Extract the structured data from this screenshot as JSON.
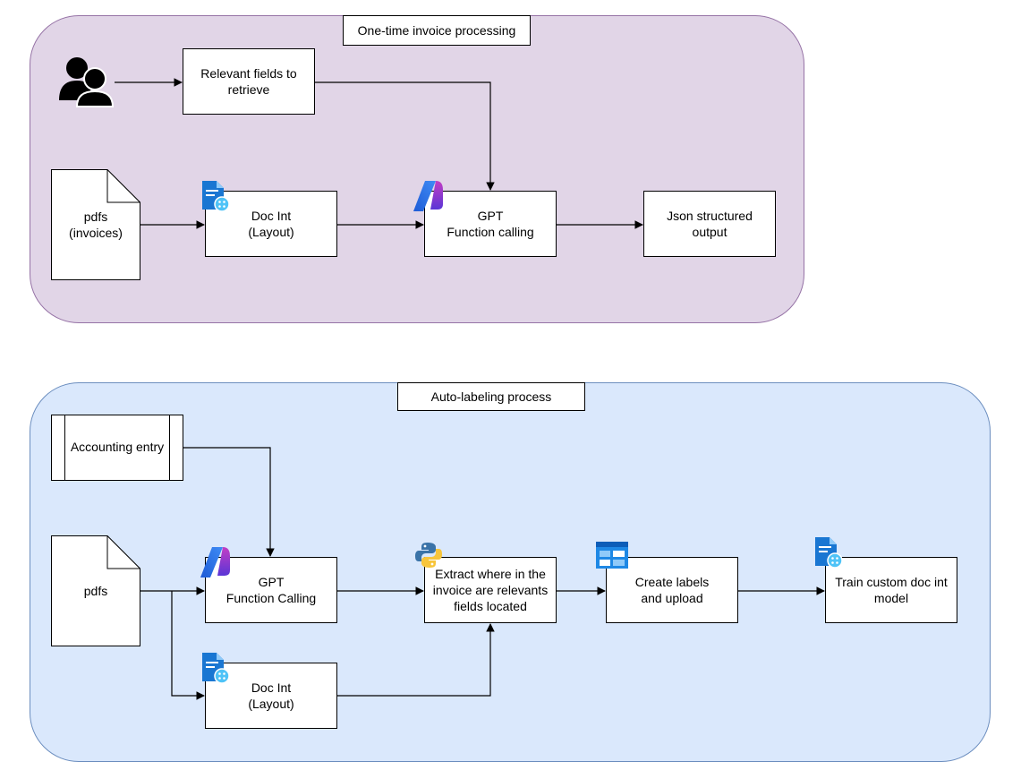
{
  "groups": {
    "top": {
      "title": "One-time invoice processing"
    },
    "bottom": {
      "title": "Auto-labeling process"
    }
  },
  "nodes": {
    "relevant_fields": "Relevant fields to\nretrieve",
    "pdfs_invoices": "pdfs\n(invoices)",
    "doc_int_top": "Doc Int\n(Layout)",
    "gpt_top": "GPT\nFunction calling",
    "json_output": "Json structured\noutput",
    "accounting_entry": "Accounting entry",
    "pdfs_bottom": "pdfs",
    "gpt_bottom": "GPT\nFunction Calling",
    "extract": "Extract where in the\ninvoice are relevants\nfields located",
    "create_labels": "Create labels\nand upload",
    "train_model": "Train custom doc int\nmodel",
    "doc_int_bottom": "Doc Int\n(Layout)"
  },
  "icons": {
    "users": "users-icon",
    "doc_intelligence": "document-intelligence-icon",
    "azure_openai": "azure-openai-icon",
    "python": "python-icon",
    "storage": "storage-table-icon"
  },
  "colors": {
    "top_fill": "#e1d5e7",
    "top_stroke": "#9673a6",
    "bottom_fill": "#dae8fc",
    "bottom_stroke": "#6c8ebf"
  }
}
